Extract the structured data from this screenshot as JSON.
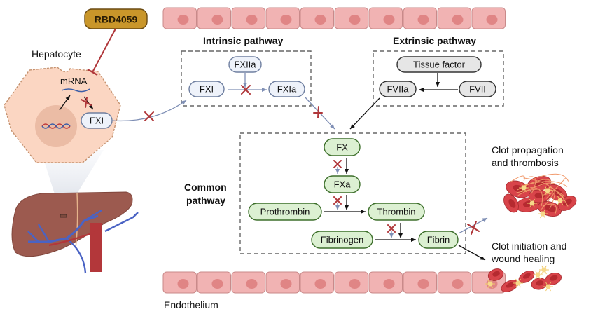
{
  "drug": {
    "label": "RBD4059",
    "color": "#c9962a"
  },
  "hepatocyte": {
    "title": "Hepatocyte",
    "mrna_label": "mRNA",
    "protein_label": "FXI"
  },
  "intrinsic": {
    "title": "Intrinsic pathway",
    "nodes": {
      "fxiia": "FXIIa",
      "fxi": "FXI",
      "fxia": "FXIa"
    }
  },
  "extrinsic": {
    "title": "Extrinsic pathway",
    "nodes": {
      "tissue_factor": "Tissue factor",
      "fviia": "FVIIa",
      "fvii": "FVII"
    }
  },
  "common": {
    "title_line1": "Common",
    "title_line2": "pathway",
    "nodes": {
      "fx": "FX",
      "fxa": "FXa",
      "prothrombin": "Prothrombin",
      "thrombin": "Thrombin",
      "fibrinogen": "Fibrinogen",
      "fibrin": "Fibrin"
    }
  },
  "outcomes": {
    "thrombosis_line1": "Clot propagation",
    "thrombosis_line2": "and thrombosis",
    "healing_line1": "Clot initiation and",
    "healing_line2": "wound healing"
  },
  "endothelium": {
    "label": "Endothelium"
  },
  "colors": {
    "inhibit": "#b0373a",
    "blue_arrow": "#7f8fb5",
    "hepatocyte_fill": "#fbd6c2",
    "liver": "#9c5a4f",
    "endothelial_cell": "#f1b3b3"
  }
}
